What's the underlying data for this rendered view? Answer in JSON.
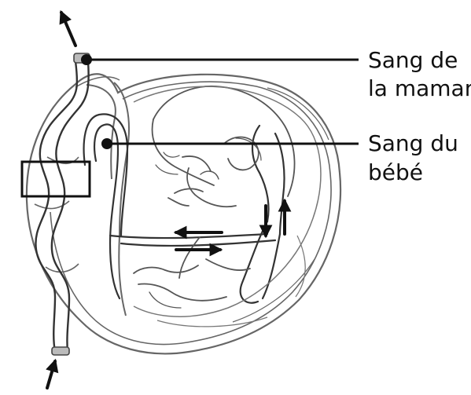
{
  "labels": {
    "mother_line1": "Sang de",
    "mother_line2": "la maman",
    "baby_line1": "Sang du",
    "baby_line2": "bébé"
  },
  "colors": {
    "ink": "#111111",
    "sketch": "#666666",
    "fill": "#ffffff"
  },
  "icons": {
    "flow_arrow": "arrow"
  }
}
